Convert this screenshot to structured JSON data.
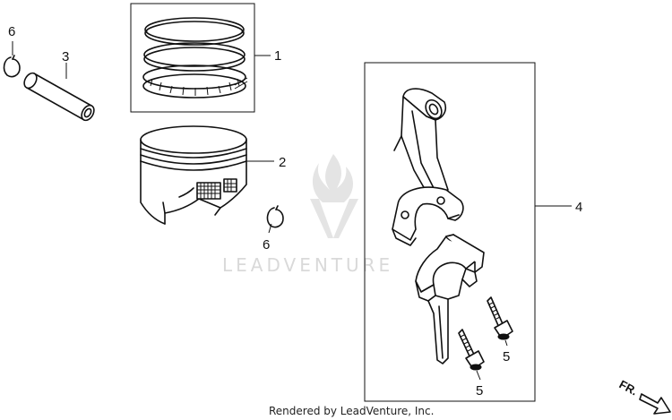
{
  "watermark": {
    "brand": "LEADVENTURE"
  },
  "footer": {
    "credit": "Rendered by LeadVenture, Inc."
  },
  "direction": {
    "label": "FR."
  },
  "callouts": [
    {
      "id": "piston-rings",
      "number": "1"
    },
    {
      "id": "piston",
      "number": "2"
    },
    {
      "id": "piston-pin",
      "number": "3"
    },
    {
      "id": "connecting-rod",
      "number": "4"
    },
    {
      "id": "rod-bolt-upper",
      "number": "5"
    },
    {
      "id": "rod-bolt-lower",
      "number": "5"
    },
    {
      "id": "pin-clip-left",
      "number": "6"
    },
    {
      "id": "pin-clip-right",
      "number": "6"
    }
  ]
}
